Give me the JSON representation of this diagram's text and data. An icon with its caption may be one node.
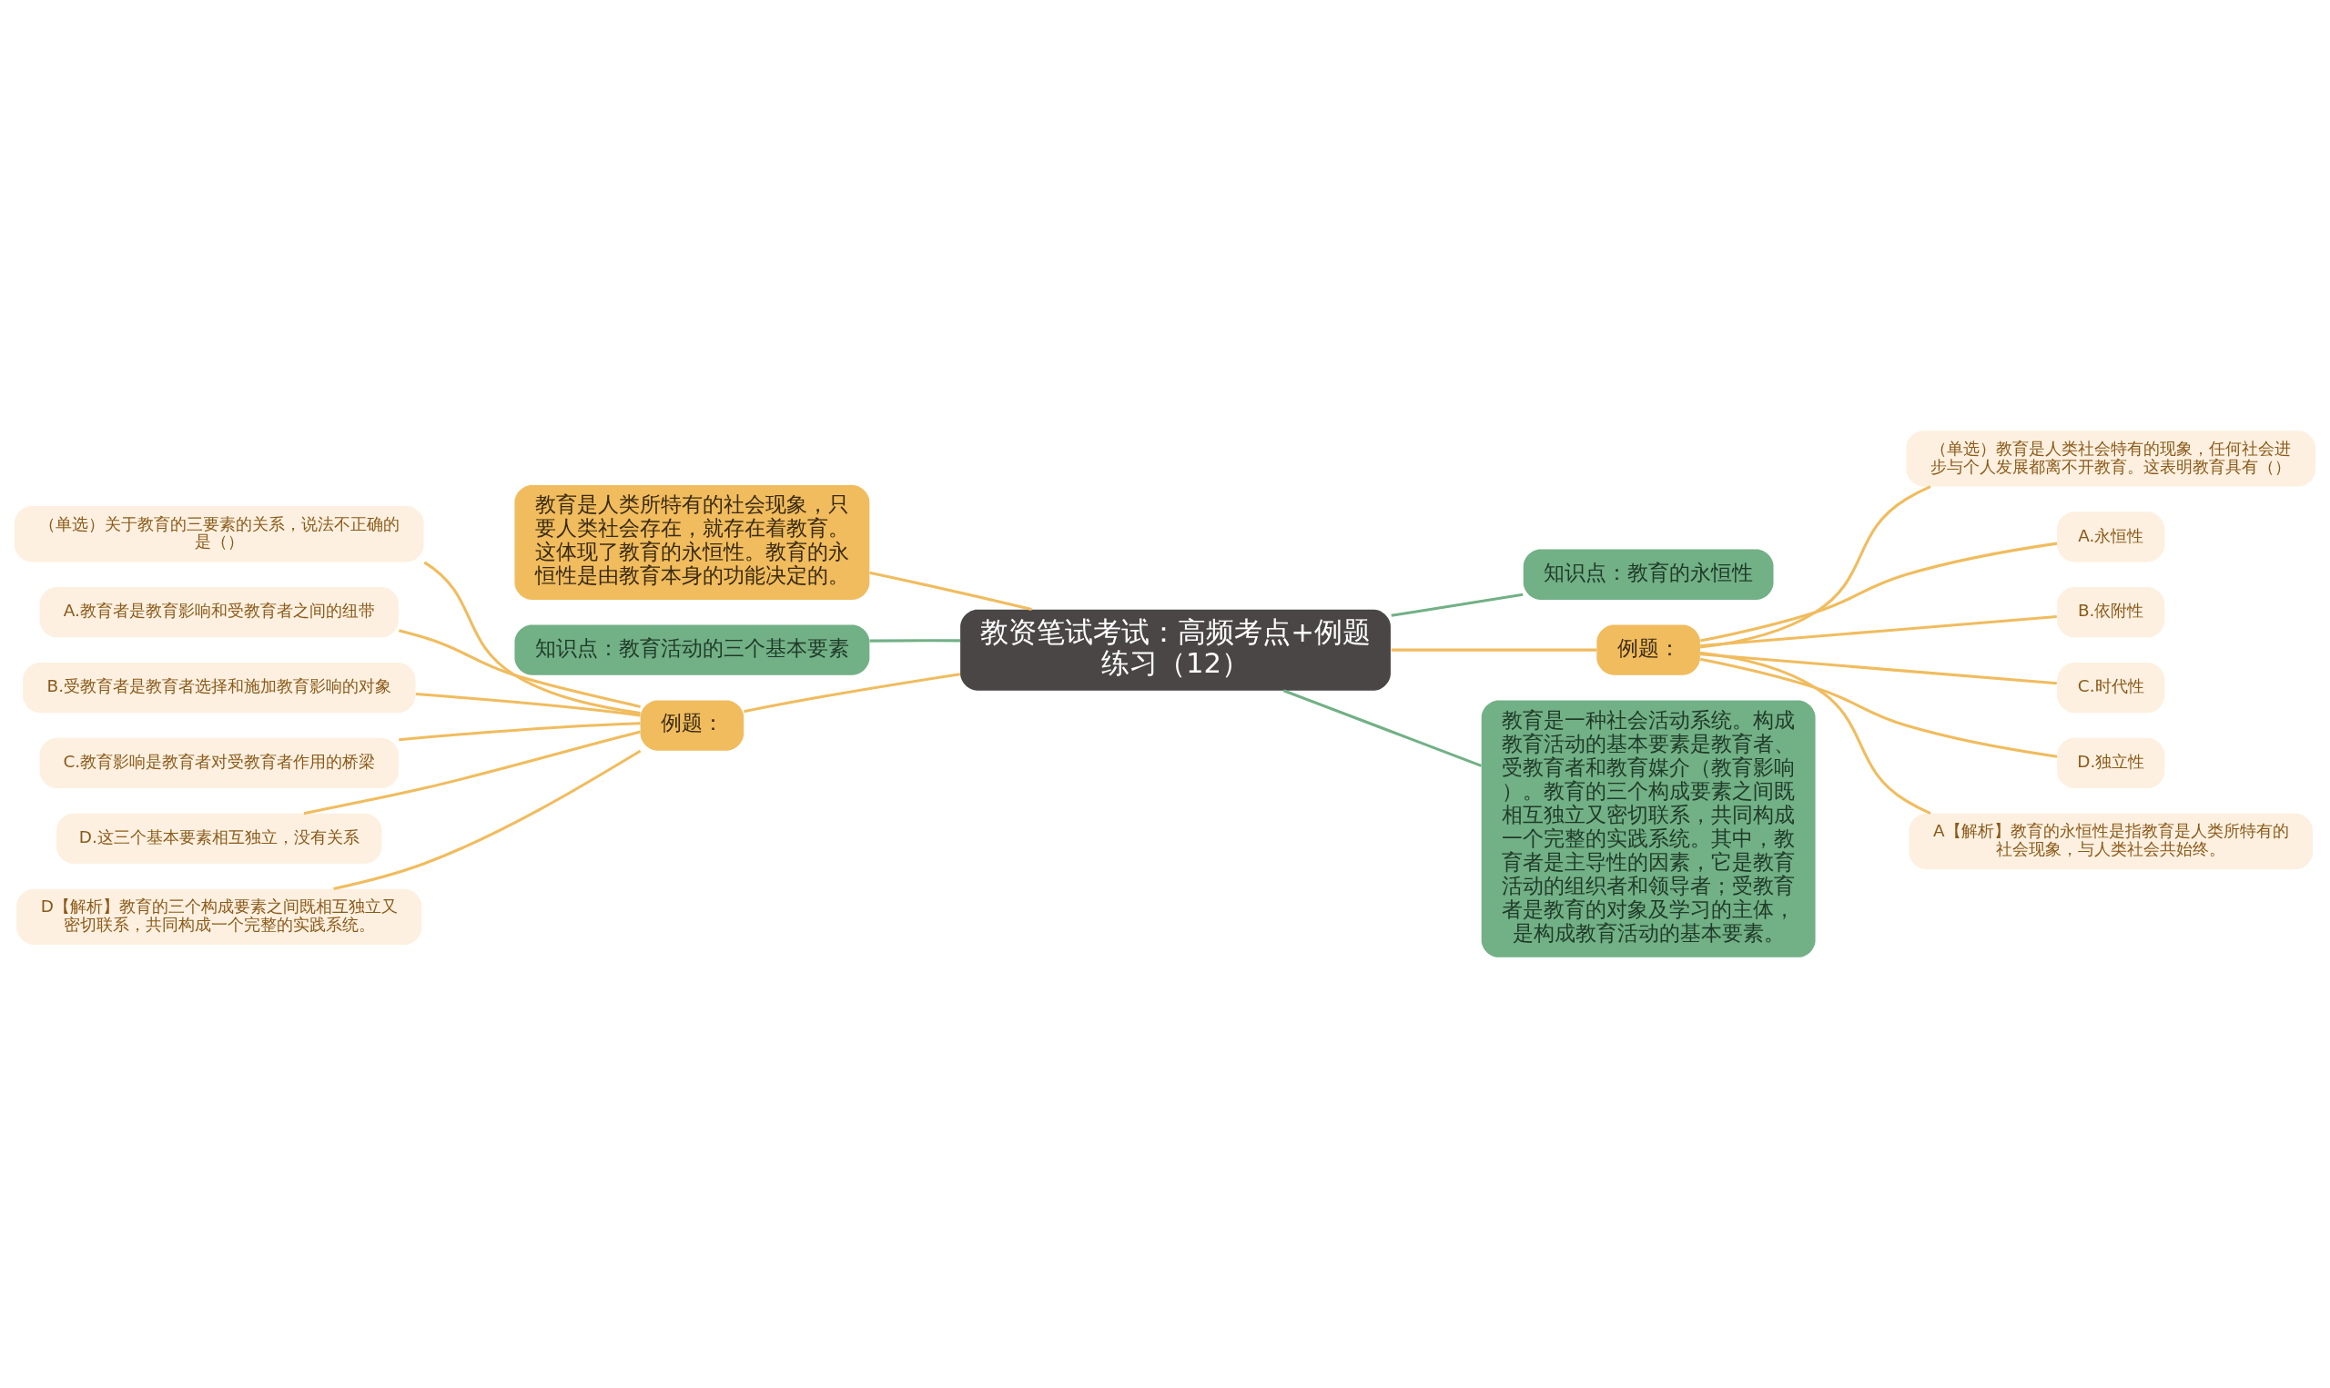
{
  "diagram": {
    "nodes": [
      {
        "text": [
          "教资笔试考试：高频考点+例题练习（12）"
        ]
      },
      {
        "text": [
          "知识点：教育的永恒性"
        ]
      },
      {
        "text": [
          "例题："
        ]
      },
      {
        "text": [
          "（单选）教育是人类社会特有的现象，任何社会进步与个人发展都离不开教育。这表明教育具有（）"
        ]
      },
      {
        "text": [
          "A.永恒性"
        ]
      },
      {
        "text": [
          "B.依附性"
        ]
      },
      {
        "text": [
          "C.时代性"
        ]
      },
      {
        "text": [
          "D.独立性"
        ]
      },
      {
        "text": [
          "A【解析】教育的永恒性是指教育是人类所特有的社会现象，与人类社会共始终。"
        ]
      },
      {
        "text": [
          "教育是一种社会活动系统。构成教育活动的基本要素是教育者、受教育者和教育媒介（教育影响）。教育的三个构成要素之间既相互独立又密切联系，共同构成一个完整的实践系统。其中，教育者是主导性的因素，它是教育活动的组织者和领导者；受教育者是教育的对象及学习的主体，是构成教育活动的基本要素。"
        ]
      },
      {
        "text": [
          "教育是人类所特有的社会现象，只要人类社会存在，就存在着教育。这体现了教育的永恒性。教育的永恒性是由教育本身的功能决定的。"
        ]
      },
      {
        "text": [
          "知识点：教育活动的三个基本要素"
        ]
      },
      {
        "text": [
          "例题："
        ]
      },
      {
        "text": [
          "（单选）关于教育的三要素的关系，说法不正确的是（）"
        ]
      },
      {
        "text": [
          "A.教育者是教育影响和受教育者之间的纽带"
        ]
      },
      {
        "text": [
          "B.受教育者是教育者选择和施加教育影响的对象"
        ]
      },
      {
        "text": [
          "C.教育影响是教育者对受教育者作用的桥梁"
        ]
      },
      {
        "text": [
          "D.这三个基本要素相互独立，没有关系"
        ]
      },
      {
        "text": [
          "D【解析】教育的三个构成要素之间既相互独立又密切联系，共同构成一个完整的实践系统。"
        ]
      }
    ],
    "edges": [
      {
        "from": 0,
        "to": 1,
        "arrow": "none",
        "color": "#72b086"
      },
      {
        "from": 0,
        "to": 2,
        "arrow": "none"
      },
      {
        "from": 2,
        "to": 3,
        "arrow": "none"
      },
      {
        "from": 2,
        "to": 4,
        "arrow": "none"
      },
      {
        "from": 2,
        "to": 5,
        "arrow": "none"
      },
      {
        "from": 2,
        "to": 6,
        "arrow": "none"
      },
      {
        "from": 2,
        "to": 7,
        "arrow": "none"
      },
      {
        "from": 2,
        "to": 8,
        "arrow": "none"
      },
      {
        "from": 0,
        "to": 9,
        "arrow": "none",
        "color": "#72b086"
      },
      {
        "from": 0,
        "to": 10,
        "arrow": "none"
      },
      {
        "from": 0,
        "to": 11,
        "arrow": "none",
        "color": "#72b086"
      },
      {
        "from": 0,
        "to": 12,
        "arrow": "none"
      },
      {
        "from": 12,
        "to": 13,
        "arrow": "none"
      },
      {
        "from": 12,
        "to": 14,
        "arrow": "none"
      },
      {
        "from": 12,
        "to": 15,
        "arrow": "none"
      },
      {
        "from": 12,
        "to": 16,
        "arrow": "none"
      },
      {
        "from": 12,
        "to": 17,
        "arrow": "none"
      },
      {
        "from": 12,
        "to": 18,
        "arrow": "none"
      }
    ]
  }
}
